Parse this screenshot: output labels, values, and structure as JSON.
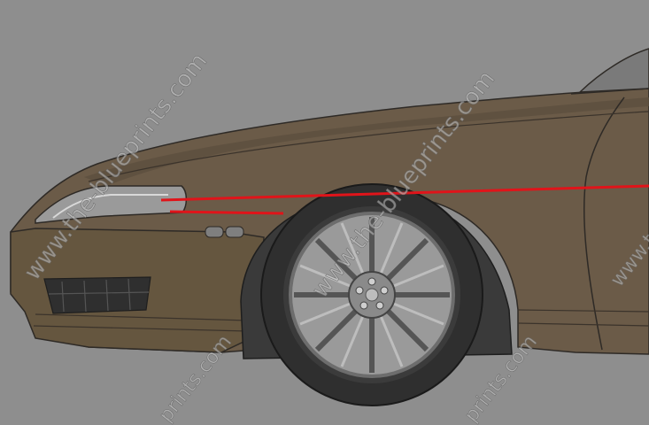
{
  "watermark": {
    "text": "www.the-blueprints.com",
    "fragment_bottom_left": "prints.com",
    "fragment_bottom_right": "prints.com",
    "fragment_right": "www.t"
  },
  "colors": {
    "background": "#8e8e8e",
    "body_paint": "#6b5b48",
    "body_shadow": "#584a3b",
    "outline": "#2e2a26",
    "tire": "#2f2f2f",
    "wheel_well": "#3a3a3a",
    "rim": "#9a9a9a",
    "highlight_line": "#e0141a"
  },
  "icons": {
    "car": "car-blueprint-side-view",
    "wheel": "multi-spoke-alloy-wheel"
  }
}
